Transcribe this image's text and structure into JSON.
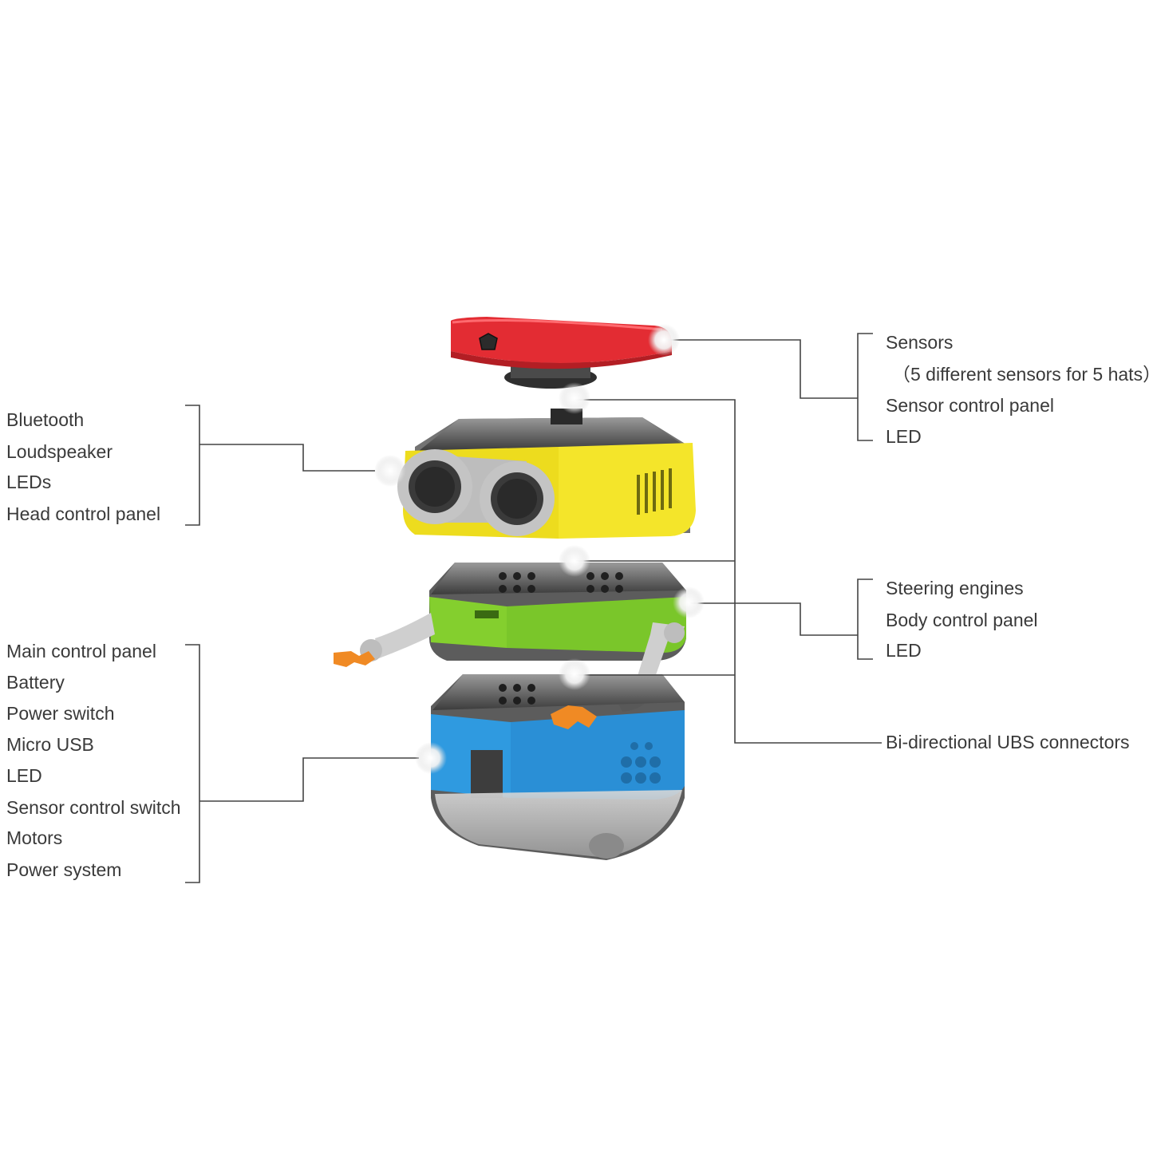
{
  "groups": {
    "sensors": {
      "items": [
        "Sensors",
        "（5 different sensors for 5 hats）",
        "Sensor control panel",
        "LED"
      ]
    },
    "head": {
      "items": [
        "Bluetooth",
        "Loudspeaker",
        "LEDs",
        "Head control panel"
      ]
    },
    "body": {
      "items": [
        "Steering engines",
        "Body control panel",
        "LED"
      ]
    },
    "connectors": {
      "items": [
        "Bi-directional UBS connectors"
      ]
    },
    "base": {
      "items": [
        "Main control panel",
        "Battery",
        "Power switch",
        "Micro USB",
        "LED",
        "Sensor control switch",
        "Motors",
        "Power system"
      ]
    }
  },
  "colors": {
    "hat": "#e8323b",
    "head": "#f3e62a",
    "body": "#7cc92a",
    "base": "#2b93d9",
    "gripper": "#f08a24",
    "arm": "#cfcfcf",
    "leader_line": "#444444"
  },
  "icons": [
    "sensor-pentagon-icon",
    "speaker-grille-icon",
    "usb-port-icon"
  ]
}
